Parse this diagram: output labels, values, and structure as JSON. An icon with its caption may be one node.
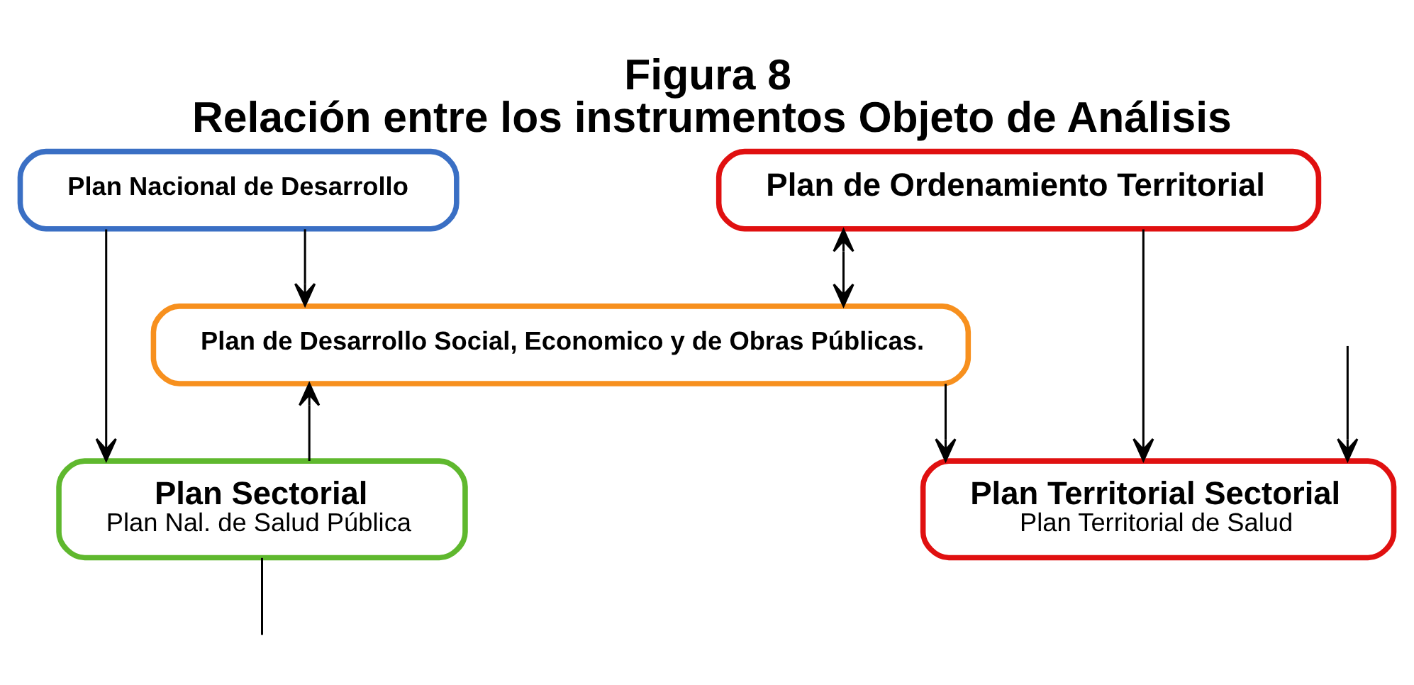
{
  "diagram": {
    "title": "Figura 8",
    "caption": "Relación entre los instrumentos Objeto de Análisis",
    "nodes": [
      {
        "text": [
          "Plan Nacional de Desarrollo"
        ]
      },
      {
        "text": [
          "Plan de Ordenamiento Territorial"
        ]
      },
      {
        "text": [
          "Plan de Desarrollo Social, Economico y de Obras Públicas."
        ]
      },
      {
        "text": [
          "Plan Sectorial",
          "Plan Nal. de Salud Pública"
        ]
      },
      {
        "text": [
          "Plan Territorial Sectorial",
          "Plan Territorial de Salud"
        ]
      }
    ],
    "edges": [
      {
        "from": 0,
        "to": 2,
        "arrow": "to"
      },
      {
        "from": 2,
        "to": 1,
        "arrow": "both"
      },
      {
        "from": 0,
        "to": 3,
        "arrow": "to"
      },
      {
        "from": 1,
        "to": 4,
        "arrow": "to"
      },
      {
        "from": 3,
        "to": 2,
        "arrow": "to"
      },
      {
        "from": 2,
        "to": 4,
        "arrow": "to"
      },
      {
        "from": 3,
        "to": null,
        "arrow": "none"
      },
      {
        "from": null,
        "to": 4,
        "arrow": "to"
      }
    ]
  }
}
